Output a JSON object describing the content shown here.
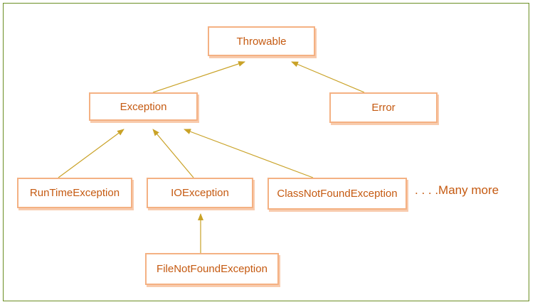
{
  "diagram": {
    "nodes": {
      "throwable": "Throwable",
      "exception": "Exception",
      "error": "Error",
      "runtime_exception": "RunTimeException",
      "io_exception": "IOException",
      "class_not_found_exception": "ClassNotFoundException",
      "file_not_found_exception": "FileNotFoundException"
    },
    "more_label": ". . . .Many more",
    "edges": [
      {
        "from": "exception",
        "to": "throwable"
      },
      {
        "from": "error",
        "to": "throwable"
      },
      {
        "from": "runtime_exception",
        "to": "exception"
      },
      {
        "from": "io_exception",
        "to": "exception"
      },
      {
        "from": "class_not_found_exception",
        "to": "exception"
      },
      {
        "from": "file_not_found_exception",
        "to": "io_exception"
      }
    ],
    "colors": {
      "node_border": "#f4b183",
      "node_text": "#c55a11",
      "arrow": "#c9a227",
      "frame": "#6b8e23"
    }
  }
}
